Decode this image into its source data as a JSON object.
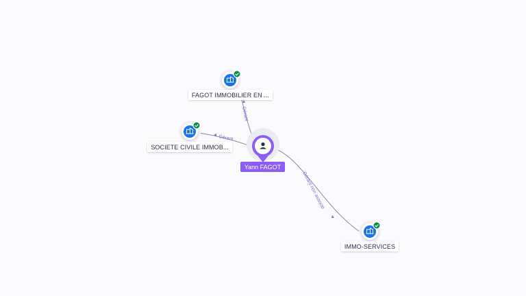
{
  "graph": {
    "colors": {
      "edge": "#8d8aa6",
      "edge_label": "#7b6fd0",
      "company_icon": "#1a73e8",
      "verified_badge": "#0f8a4a",
      "person_accent": "#8b5cf6",
      "label_bg": "#ffffff"
    },
    "center": {
      "name": "Yann FAGOT",
      "icon": "person-icon"
    },
    "companies": [
      {
        "id": "fagot-immobilier",
        "name": "FAGOT IMMOBILIER EN ...",
        "icon": "building-icon",
        "verified": true,
        "relation": "Gérant"
      },
      {
        "id": "societe-civile",
        "name": "SOCIETE CIVILE IMMOB...",
        "icon": "building-icon",
        "verified": true,
        "relation": "Gérant"
      },
      {
        "id": "immo-services",
        "name": "IMMO-SERVICES",
        "icon": "building-icon",
        "verified": true,
        "relation": "Gérant non associé"
      }
    ]
  }
}
